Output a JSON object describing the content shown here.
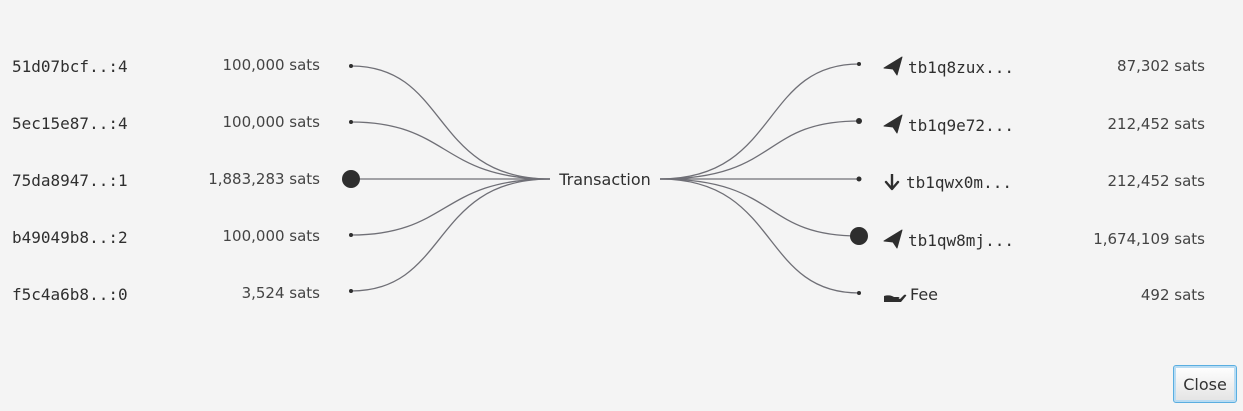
{
  "inputs": [
    {
      "outpoint": "51d07bcf..:4",
      "amount": "100,000 sats",
      "selected": false
    },
    {
      "outpoint": "5ec15e87..:4",
      "amount": "100,000 sats",
      "selected": false
    },
    {
      "outpoint": "75da8947..:1",
      "amount": "1,883,283 sats",
      "selected": true
    },
    {
      "outpoint": "b49049b8..:2",
      "amount": "100,000 sats",
      "selected": false
    },
    {
      "outpoint": "f5c4a6b8..:0",
      "amount": "3,524 sats",
      "selected": false
    }
  ],
  "center_label": "Transaction",
  "outputs": [
    {
      "address": "tb1q8zux...",
      "amount": "87,302 sats",
      "icon": "send-icon",
      "selected": false
    },
    {
      "address": "tb1q9e72...",
      "amount": "212,452 sats",
      "icon": "send-icon",
      "selected": false
    },
    {
      "address": "tb1qwx0m...",
      "amount": "212,452 sats",
      "icon": "receive-arrow-icon",
      "selected": false
    },
    {
      "address": "tb1qw8mj...",
      "amount": "1,674,109 sats",
      "icon": "send-icon",
      "selected": true
    }
  ],
  "fee": {
    "label": "Fee",
    "amount": "492 sats",
    "icon": "fee-hand-icon"
  },
  "close_label": "Close",
  "colors": {
    "background": "#f4f4f4",
    "line": "#6f6f76",
    "dot": "#2e2e2e",
    "button_border": "#5aaee0"
  }
}
